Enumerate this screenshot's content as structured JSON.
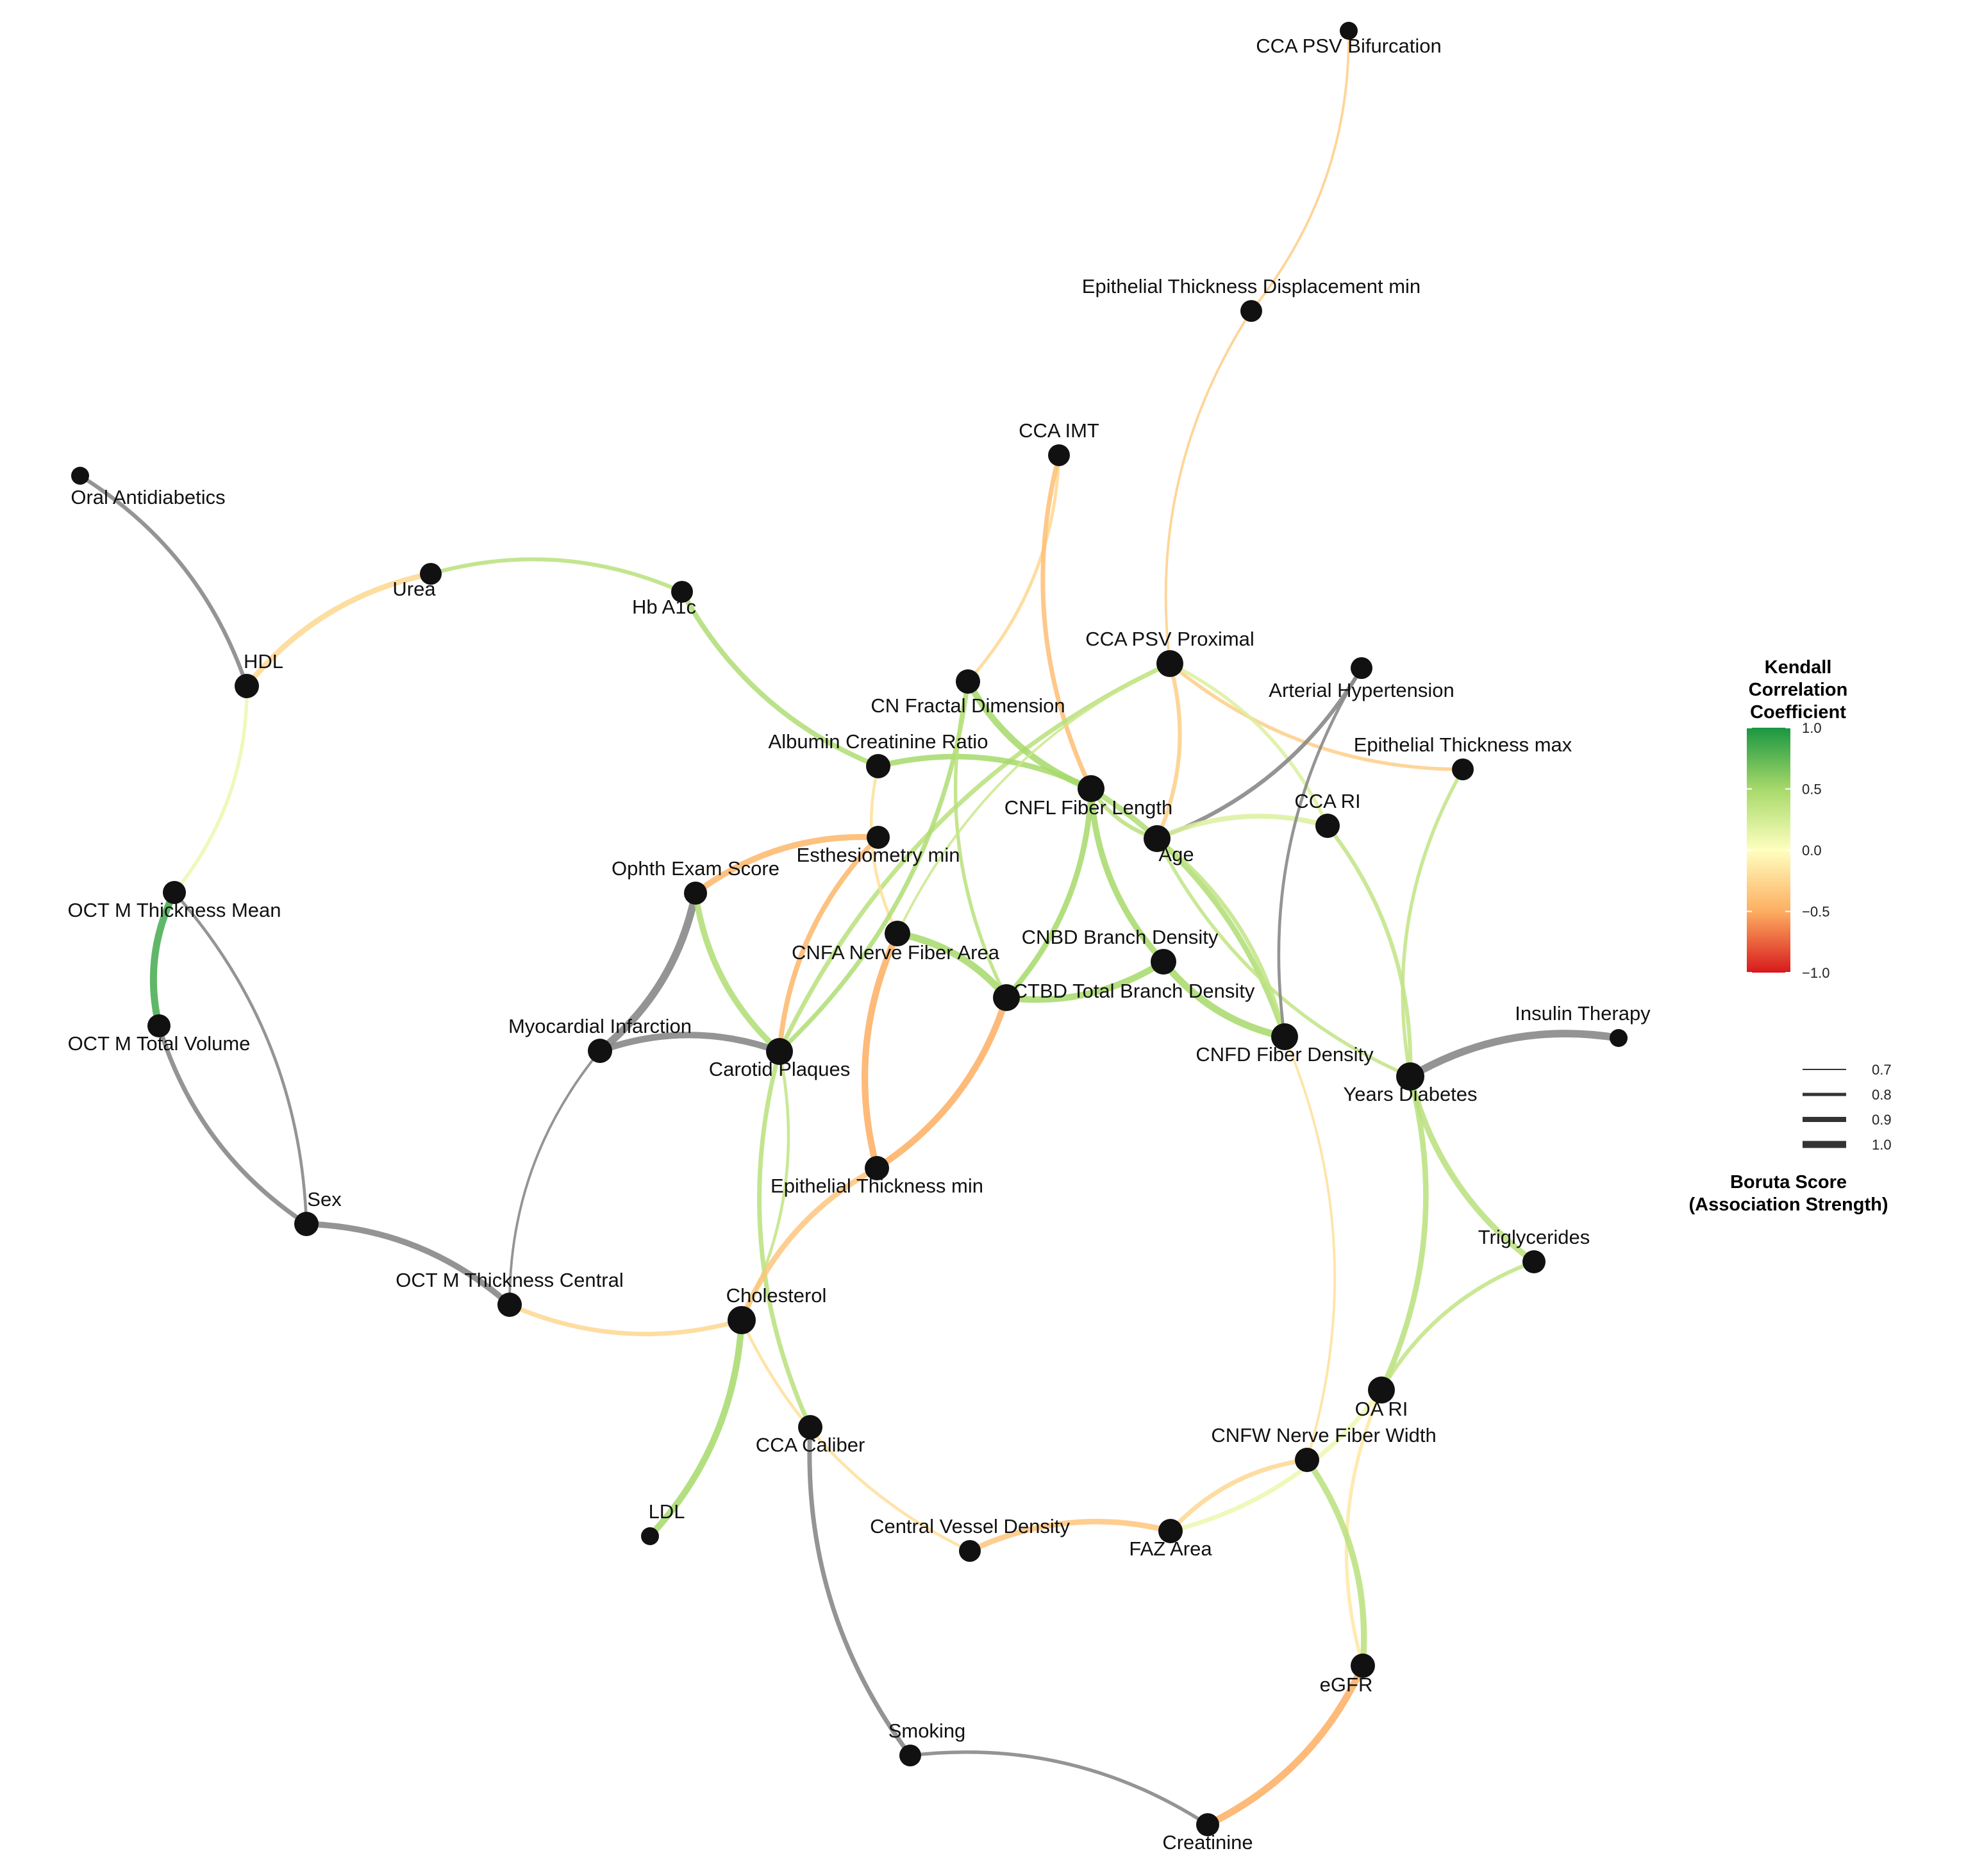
{
  "diagram": {
    "nodes": [
      {
        "id": "cca_psv_bif",
        "label": "CCA PSV Bifurcation"
      },
      {
        "id": "etd_min",
        "label": "Epithelial Thickness Displacement min"
      },
      {
        "id": "cca_imt",
        "label": "CCA IMT"
      },
      {
        "id": "oral_anti",
        "label": "Oral Antidiabetics"
      },
      {
        "id": "urea",
        "label": "Urea"
      },
      {
        "id": "hba1c",
        "label": "Hb A1c"
      },
      {
        "id": "hdl",
        "label": "HDL"
      },
      {
        "id": "cca_psv_prox",
        "label": "CCA PSV Proximal"
      },
      {
        "id": "art_hyp",
        "label": "Arterial Hypertension"
      },
      {
        "id": "cn_fractal",
        "label": "CN Fractal Dimension"
      },
      {
        "id": "albumin_cr",
        "label": "Albumin Creatinine Ratio"
      },
      {
        "id": "et_max",
        "label": "Epithelial Thickness max"
      },
      {
        "id": "cnfl",
        "label": "CNFL Fiber Length"
      },
      {
        "id": "cca_ri",
        "label": "CCA RI"
      },
      {
        "id": "age",
        "label": "Age"
      },
      {
        "id": "esth_min",
        "label": "Esthesiometry min"
      },
      {
        "id": "ophth",
        "label": "Ophth Exam Score"
      },
      {
        "id": "oct_mean",
        "label": "OCT M Thickness Mean"
      },
      {
        "id": "cnfa",
        "label": "CNFA Nerve Fiber Area"
      },
      {
        "id": "cnbd",
        "label": "CNBD Branch Density"
      },
      {
        "id": "ctbd",
        "label": "CTBD Total Branch Density"
      },
      {
        "id": "oct_vol",
        "label": "OCT M Total Volume"
      },
      {
        "id": "mi",
        "label": "Myocardial Infarction"
      },
      {
        "id": "carotid",
        "label": "Carotid Plaques"
      },
      {
        "id": "cnfd",
        "label": "CNFD Fiber Density"
      },
      {
        "id": "insulin",
        "label": "Insulin Therapy"
      },
      {
        "id": "years_diab",
        "label": "Years Diabetes"
      },
      {
        "id": "et_min",
        "label": "Epithelial Thickness min"
      },
      {
        "id": "sex",
        "label": "Sex"
      },
      {
        "id": "triglyc",
        "label": "Triglycerides"
      },
      {
        "id": "oct_central",
        "label": "OCT M Thickness Central"
      },
      {
        "id": "cholesterol",
        "label": "Cholesterol"
      },
      {
        "id": "oa_ri",
        "label": "OA RI"
      },
      {
        "id": "cca_caliber",
        "label": "CCA Caliber"
      },
      {
        "id": "cnfw",
        "label": "CNFW Nerve Fiber Width"
      },
      {
        "id": "ldl",
        "label": "LDL"
      },
      {
        "id": "cvd",
        "label": "Central Vessel Density"
      },
      {
        "id": "faz",
        "label": "FAZ Area"
      },
      {
        "id": "egfr",
        "label": "eGFR"
      },
      {
        "id": "smoking",
        "label": "Smoking"
      },
      {
        "id": "creatinine",
        "label": "Creatinine"
      }
    ],
    "edges": [
      {
        "from": "cca_psv_bif",
        "to": "etd_min",
        "kendall": -0.3,
        "boruta": 0.72
      },
      {
        "from": "etd_min",
        "to": "cca_psv_prox",
        "kendall": -0.3,
        "boruta": 0.72
      },
      {
        "from": "cca_imt",
        "to": "cn_fractal",
        "kendall": -0.25,
        "boruta": 0.75
      },
      {
        "from": "cca_imt",
        "to": "cnfl",
        "kendall": -0.4,
        "boruta": 0.8
      },
      {
        "from": "oral_anti",
        "to": "hdl",
        "kendall": null,
        "boruta": 0.78
      },
      {
        "from": "urea",
        "to": "hdl",
        "kendall": -0.25,
        "boruta": 0.84
      },
      {
        "from": "urea",
        "to": "hba1c",
        "kendall": 0.4,
        "boruta": 0.78
      },
      {
        "from": "hba1c",
        "to": "albumin_cr",
        "kendall": 0.45,
        "boruta": 0.82
      },
      {
        "from": "hdl",
        "to": "oct_mean",
        "kendall": 0.1,
        "boruta": 0.76
      },
      {
        "from": "oct_mean",
        "to": "oct_vol",
        "kendall": 0.85,
        "boruta": 0.9
      },
      {
        "from": "oct_mean",
        "to": "sex",
        "kendall": null,
        "boruta": 0.74
      },
      {
        "from": "oct_vol",
        "to": "sex",
        "kendall": null,
        "boruta": 0.8
      },
      {
        "from": "sex",
        "to": "oct_central",
        "kendall": null,
        "boruta": 0.86
      },
      {
        "from": "oct_central",
        "to": "cholesterol",
        "kendall": -0.25,
        "boruta": 0.8
      },
      {
        "from": "oct_central",
        "to": "mi",
        "kendall": null,
        "boruta": 0.72
      },
      {
        "from": "mi",
        "to": "ophth",
        "kendall": null,
        "boruta": 0.92
      },
      {
        "from": "mi",
        "to": "carotid",
        "kendall": null,
        "boruta": 0.88
      },
      {
        "from": "ophth",
        "to": "carotid",
        "kendall": 0.45,
        "boruta": 0.86
      },
      {
        "from": "ophth",
        "to": "esth_min",
        "kendall": -0.45,
        "boruta": 0.86
      },
      {
        "from": "esth_min",
        "to": "carotid",
        "kendall": -0.45,
        "boruta": 0.82
      },
      {
        "from": "carotid",
        "to": "cca_psv_prox",
        "kendall": 0.4,
        "boruta": 0.8
      },
      {
        "from": "carotid",
        "to": "cca_caliber",
        "kendall": 0.4,
        "boruta": 0.8
      },
      {
        "from": "carotid",
        "to": "cholesterol",
        "kendall": 0.35,
        "boruta": 0.74
      },
      {
        "from": "albumin_cr",
        "to": "cnfa",
        "kendall": -0.2,
        "boruta": 0.74
      },
      {
        "from": "albumin_cr",
        "to": "cnfl",
        "kendall": 0.5,
        "boruta": 0.84
      },
      {
        "from": "cn_fractal",
        "to": "cnfl",
        "kendall": 0.5,
        "boruta": 0.88
      },
      {
        "from": "cn_fractal",
        "to": "carotid",
        "kendall": 0.45,
        "boruta": 0.8
      },
      {
        "from": "cn_fractal",
        "to": "ctbd",
        "kendall": 0.4,
        "boruta": 0.76
      },
      {
        "from": "cnfl",
        "to": "ctbd",
        "kendall": 0.5,
        "boruta": 0.84
      },
      {
        "from": "cnfl",
        "to": "cnbd",
        "kendall": 0.5,
        "boruta": 0.86
      },
      {
        "from": "cnfl",
        "to": "cnfd",
        "kendall": 0.45,
        "boruta": 0.84
      },
      {
        "from": "cnfl",
        "to": "age",
        "kendall": 0.4,
        "boruta": 0.78
      },
      {
        "from": "cnfa",
        "to": "ctbd",
        "kendall": 0.5,
        "boruta": 0.9
      },
      {
        "from": "cnfa",
        "to": "et_min",
        "kendall": -0.5,
        "boruta": 0.88
      },
      {
        "from": "cnfa",
        "to": "cca_psv_prox",
        "kendall": 0.3,
        "boruta": 0.72
      },
      {
        "from": "ctbd",
        "to": "cnbd",
        "kendall": 0.5,
        "boruta": 0.88
      },
      {
        "from": "ctbd",
        "to": "et_min",
        "kendall": -0.5,
        "boruta": 0.88
      },
      {
        "from": "cnbd",
        "to": "cnfd",
        "kendall": 0.5,
        "boruta": 0.9
      },
      {
        "from": "cca_psv_prox",
        "to": "age",
        "kendall": -0.3,
        "boruta": 0.78
      },
      {
        "from": "cca_psv_prox",
        "to": "et_max",
        "kendall": -0.3,
        "boruta": 0.76
      },
      {
        "from": "cca_psv_prox",
        "to": "cca_ri",
        "kendall": 0.2,
        "boruta": 0.76
      },
      {
        "from": "age",
        "to": "art_hyp",
        "kendall": null,
        "boruta": 0.78
      },
      {
        "from": "age",
        "to": "cca_ri",
        "kendall": 0.2,
        "boruta": 0.82
      },
      {
        "from": "age",
        "to": "years_diab",
        "kendall": 0.35,
        "boruta": 0.76
      },
      {
        "from": "age",
        "to": "cnfd",
        "kendall": 0.35,
        "boruta": 0.78
      },
      {
        "from": "art_hyp",
        "to": "cnfd",
        "kendall": null,
        "boruta": 0.74
      },
      {
        "from": "cca_ri",
        "to": "years_diab",
        "kendall": 0.35,
        "boruta": 0.78
      },
      {
        "from": "et_max",
        "to": "years_diab",
        "kendall": 0.35,
        "boruta": 0.76
      },
      {
        "from": "years_diab",
        "to": "insulin",
        "kendall": null,
        "boruta": 0.92
      },
      {
        "from": "years_diab",
        "to": "triglyc",
        "kendall": 0.4,
        "boruta": 0.86
      },
      {
        "from": "years_diab",
        "to": "oa_ri",
        "kendall": 0.4,
        "boruta": 0.84
      },
      {
        "from": "triglyc",
        "to": "oa_ri",
        "kendall": 0.35,
        "boruta": 0.78
      },
      {
        "from": "oa_ri",
        "to": "faz",
        "kendall": 0.1,
        "boruta": 0.8
      },
      {
        "from": "oa_ri",
        "to": "egfr",
        "kendall": -0.15,
        "boruta": 0.76
      },
      {
        "from": "cnfd",
        "to": "cnfw",
        "kendall": -0.2,
        "boruta": 0.72
      },
      {
        "from": "cnfw",
        "to": "faz",
        "kendall": -0.25,
        "boruta": 0.8
      },
      {
        "from": "cnfw",
        "to": "egfr",
        "kendall": 0.4,
        "boruta": 0.86
      },
      {
        "from": "et_min",
        "to": "cholesterol",
        "kendall": -0.35,
        "boruta": 0.84
      },
      {
        "from": "cholesterol",
        "to": "ldl",
        "kendall": 0.5,
        "boruta": 0.88
      },
      {
        "from": "cholesterol",
        "to": "cvd",
        "kendall": -0.2,
        "boruta": 0.74
      },
      {
        "from": "cvd",
        "to": "faz",
        "kendall": -0.35,
        "boruta": 0.84
      },
      {
        "from": "cca_caliber",
        "to": "smoking",
        "kendall": null,
        "boruta": 0.8
      },
      {
        "from": "smoking",
        "to": "creatinine",
        "kendall": null,
        "boruta": 0.76
      },
      {
        "from": "creatinine",
        "to": "egfr",
        "kendall": -0.5,
        "boruta": 0.9
      }
    ]
  },
  "legend": {
    "color": {
      "title_lines": [
        "Kendall",
        "Correlation",
        "Coefficient"
      ],
      "ticks": [
        {
          "value": 1.0,
          "label": "1.0"
        },
        {
          "value": 0.5,
          "label": "0.5"
        },
        {
          "value": 0.0,
          "label": "0.0"
        },
        {
          "value": -0.5,
          "label": "−0.5"
        },
        {
          "value": -1.0,
          "label": "−1.0"
        }
      ]
    },
    "size": {
      "title_lines": [
        "Boruta Score",
        "(Association Strength)"
      ],
      "entries": [
        {
          "value": 0.7,
          "label": "0.7"
        },
        {
          "value": 0.8,
          "label": "0.8"
        },
        {
          "value": 0.9,
          "label": "0.9"
        },
        {
          "value": 1.0,
          "label": "1.0"
        }
      ]
    }
  },
  "colors": {
    "edge_no_correlation": "#888888",
    "node_fill": "#111111",
    "scale_negative": "#d7191c",
    "scale_neutral": "#ffffbf",
    "scale_positive": "#1a9641"
  }
}
